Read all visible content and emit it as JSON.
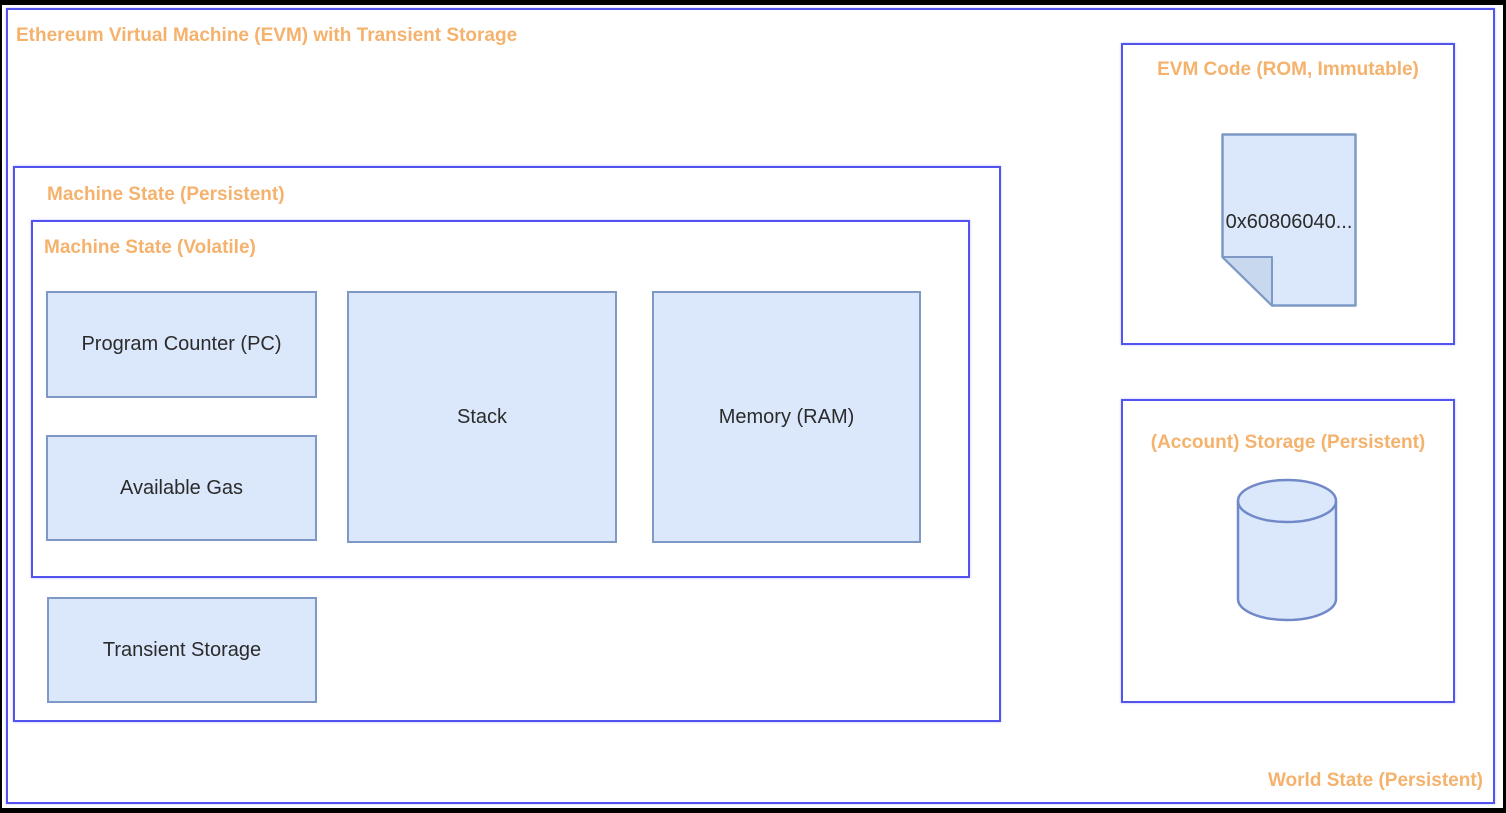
{
  "colors": {
    "frame_bg": "#000000",
    "canvas_bg": "#ffffff",
    "container_border": "#5353f0",
    "node_fill": "#dbe8fb",
    "node_border": "#7e99c5",
    "node_text": "#2b2b2b",
    "label_orange": "#f5b26d",
    "document_fold_fill": "#c8d8ee"
  },
  "diagram": {
    "evm": {
      "title": "Ethereum Virtual Machine (EVM) with Transient Storage"
    },
    "machine_state_persistent": {
      "title": "Machine State (Persistent)"
    },
    "machine_state_volatile": {
      "title": "Machine State (Volatile)"
    },
    "volatile_components": [
      {
        "label": "Program Counter (PC)"
      },
      {
        "label": "Available Gas"
      },
      {
        "label": "Stack"
      },
      {
        "label": "Memory (RAM)"
      }
    ],
    "transient_storage": {
      "label": "Transient Storage"
    },
    "evm_code": {
      "title": "EVM Code (ROM, Immutable)",
      "document_text": "0x60806040...",
      "icon": "document-icon"
    },
    "account_storage": {
      "title": "(Account) Storage (Persistent)",
      "icon": "database-icon"
    },
    "world_state": {
      "label": "World State (Persistent)"
    }
  }
}
